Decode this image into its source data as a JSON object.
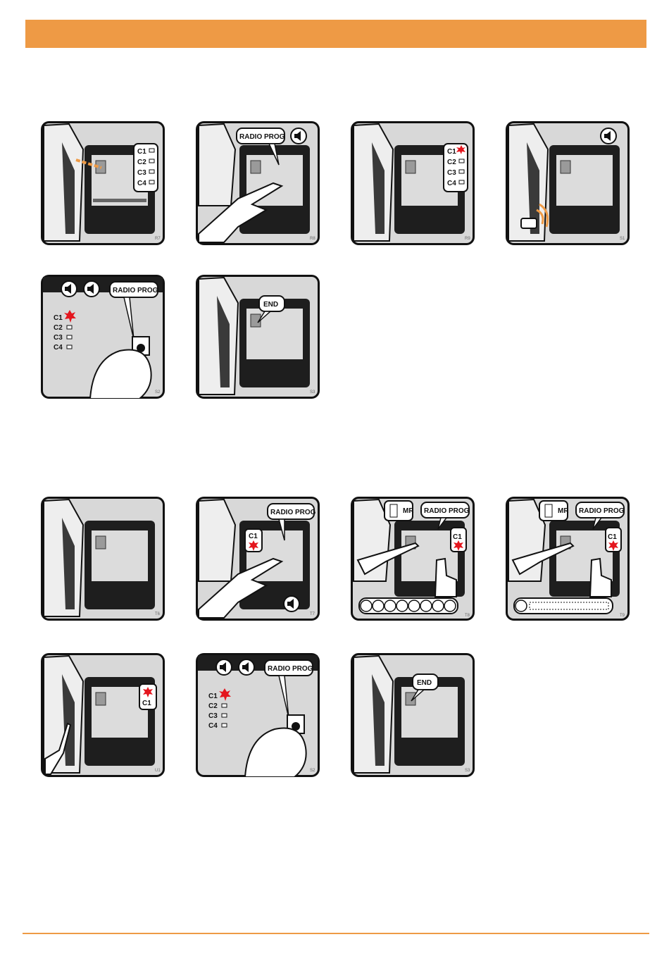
{
  "colors": {
    "accent": "#ee9a45",
    "led_active": "#e4161e",
    "frame_fill": "#d8d8d8",
    "box_fill": "#1e1e1e",
    "pcb_fill": "#dcdcdc"
  },
  "panels": {
    "r7": {
      "code": "R7",
      "channels": [
        "C1",
        "C2",
        "C3",
        "C4"
      ]
    },
    "r8": {
      "code": "R8",
      "label": "RADIO PROG",
      "icon": "speaker-icon"
    },
    "r9": {
      "code": "R9",
      "channels": [
        "C1",
        "C2",
        "C3",
        "C4"
      ],
      "active": "C1"
    },
    "s1": {
      "code": "S1",
      "icon": "speaker-icon"
    },
    "s2a": {
      "code": "S2",
      "label": "RADIO PROG",
      "channels": [
        "C1",
        "C2",
        "C3",
        "C4"
      ],
      "active": "C1"
    },
    "s3a": {
      "code": "S3",
      "label": "END"
    },
    "t6": {
      "code": "T6"
    },
    "t7": {
      "code": "T7",
      "label": "RADIO PROG",
      "channel": "C1"
    },
    "t8": {
      "code": "T8",
      "label": "RADIO PROG",
      "key": "MR",
      "channel": "C1"
    },
    "t9": {
      "code": "T9",
      "label": "RADIO PROG",
      "key": "MR",
      "channel": "C1"
    },
    "u1": {
      "code": "U1",
      "channel": "C1"
    },
    "s2b": {
      "code": "S2",
      "label": "RADIO PROG",
      "channels": [
        "C1",
        "C2",
        "C3",
        "C4"
      ],
      "active": "C1"
    },
    "s3b": {
      "code": "S3",
      "label": "END"
    }
  }
}
